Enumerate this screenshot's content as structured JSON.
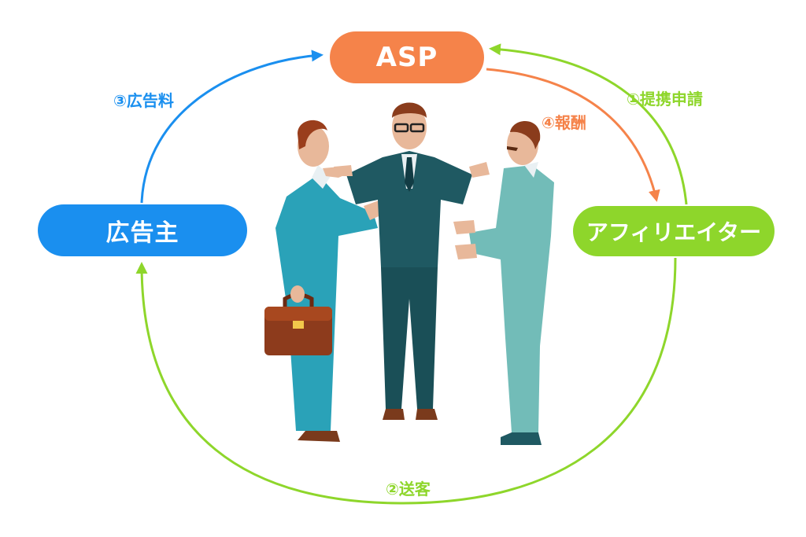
{
  "nodes": {
    "asp": "ASP",
    "advertiser": "広告主",
    "affiliate": "アフィリエイター"
  },
  "steps": {
    "step1": "①提携申請",
    "step2": "②送客",
    "step3": "③広告料",
    "step4": "④報酬"
  },
  "colors": {
    "asp": "#f5834a",
    "advertiser": "#1a8fef",
    "affiliate": "#8ed62b",
    "arrow_blue": "#1a8fef",
    "arrow_green": "#8ed62b",
    "arrow_orange": "#f5834a",
    "suit_left": "#2aa2b8",
    "suit_center": "#1f5962",
    "suit_right": "#72bcb8",
    "briefcase": "#8d3b1c"
  },
  "illustration": "business-people-icon"
}
